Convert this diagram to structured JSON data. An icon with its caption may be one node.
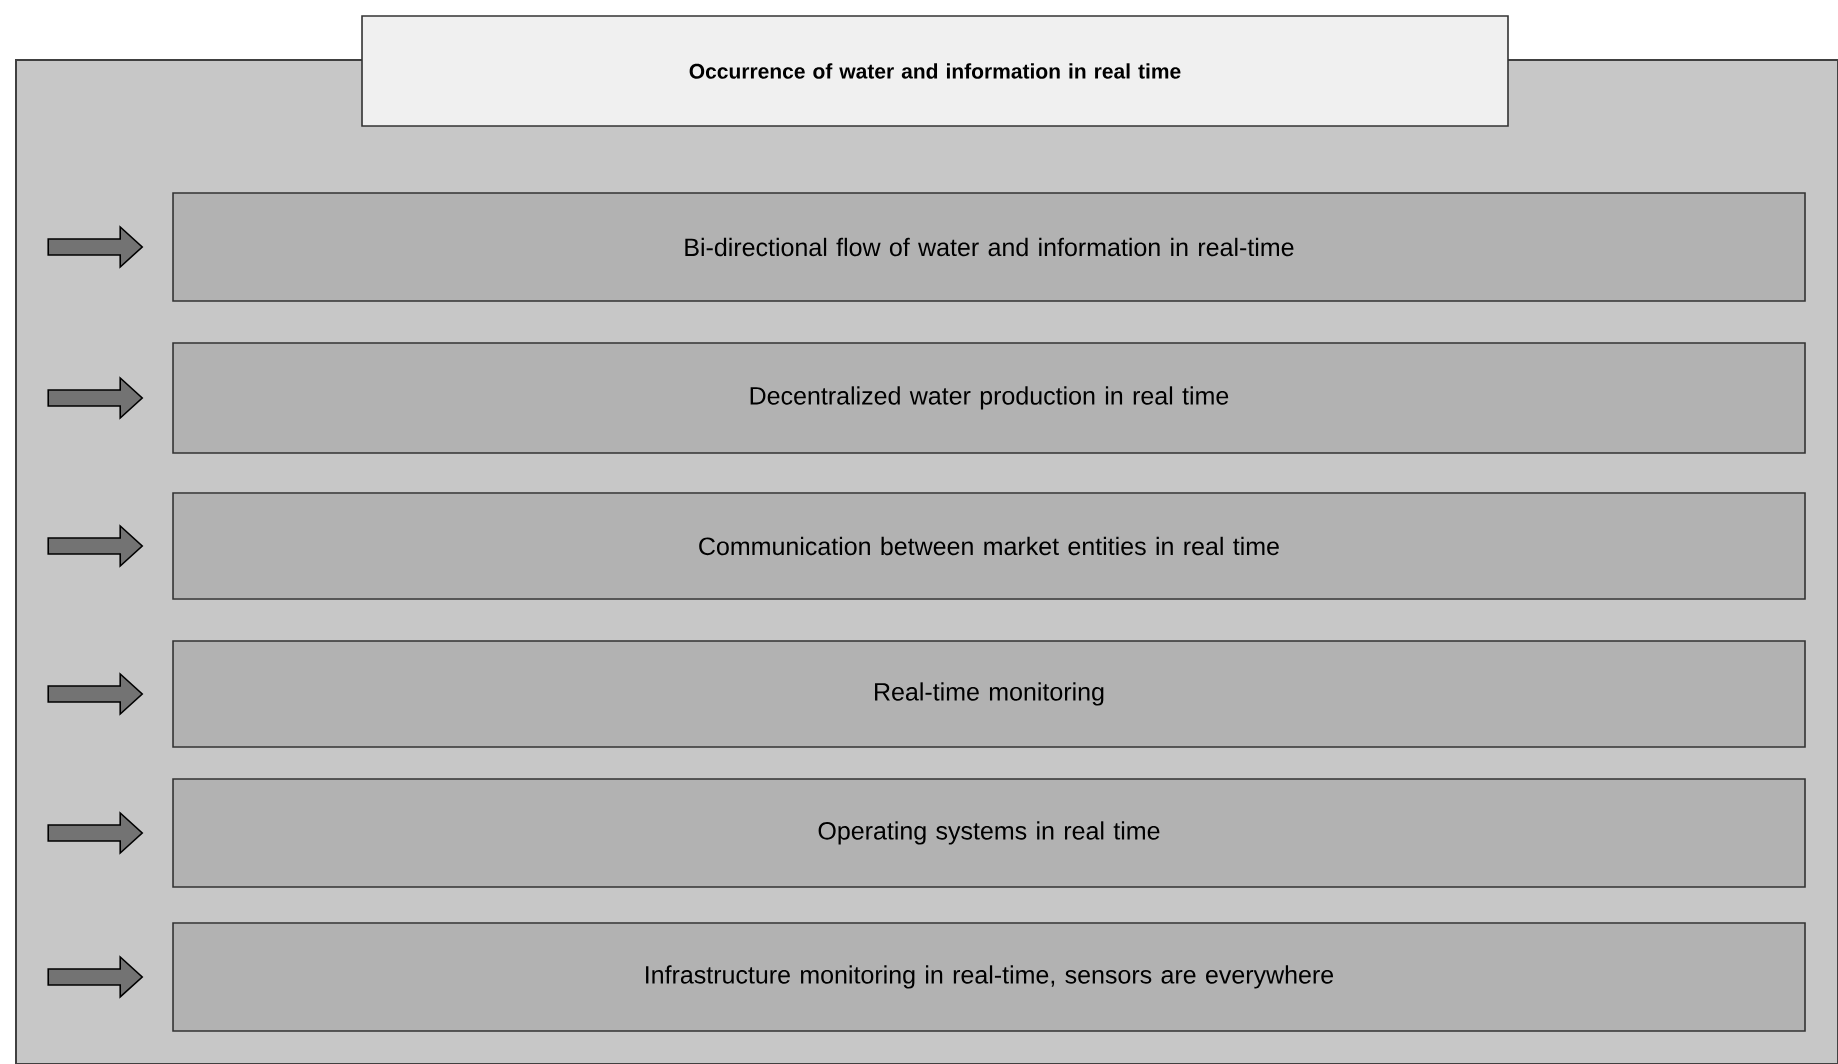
{
  "diagram": {
    "nodes": [
      {
        "text": [],
        "shape": "box"
      },
      {
        "text": [
          "Occurrence of water and information in real time"
        ]
      },
      {
        "text": [
          "Bi-directional flow of water and information in real-time"
        ],
        "in": 0
      },
      {
        "text": [
          "Decentralized water production in real time"
        ],
        "in": 0
      },
      {
        "text": [
          "Communication between market entities in real time"
        ],
        "in": 0
      },
      {
        "text": [
          "Real-time monitoring"
        ],
        "in": 0
      },
      {
        "text": [
          "Operating systems in real time"
        ],
        "in": 0
      },
      {
        "text": [
          "Infrastructure monitoring in real-time, sensors are everywhere"
        ],
        "in": 0
      }
    ],
    "edges": [
      {
        "from": null,
        "to": 2,
        "arrow": "to"
      },
      {
        "from": null,
        "to": 3,
        "arrow": "to"
      },
      {
        "from": null,
        "to": 4,
        "arrow": "to"
      },
      {
        "from": null,
        "to": 5,
        "arrow": "to"
      },
      {
        "from": null,
        "to": 6,
        "arrow": "to"
      },
      {
        "from": null,
        "to": 7,
        "arrow": "to"
      }
    ]
  }
}
